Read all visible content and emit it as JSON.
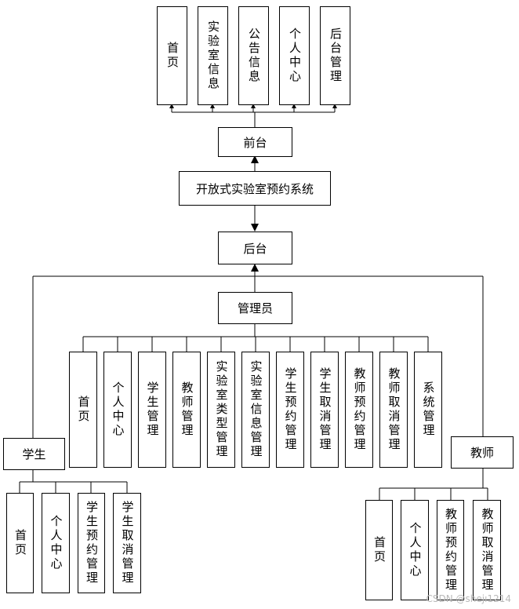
{
  "center": "开放式实验室预约系统",
  "front": {
    "label": "前台",
    "children": [
      "首页",
      "实验室信息",
      "公告信息",
      "个人中心",
      "后台管理"
    ]
  },
  "back": {
    "label": "后台"
  },
  "admin": {
    "label": "管理员",
    "children": [
      "首页",
      "个人中心",
      "学生管理",
      "教师管理",
      "实验室类型管理",
      "实验室信息管理",
      "学生预约管理",
      "学生取消管理",
      "教师预约管理",
      "教师取消管理",
      "系统管理"
    ]
  },
  "student": {
    "label": "学生",
    "children": [
      "首页",
      "个人中心",
      "学生预约管理",
      "学生取消管理"
    ]
  },
  "teacher": {
    "label": "教师",
    "children": [
      "首页",
      "个人中心",
      "教师预约管理",
      "教师取消管理"
    ]
  },
  "watermark": "CSDN @shejı1214"
}
